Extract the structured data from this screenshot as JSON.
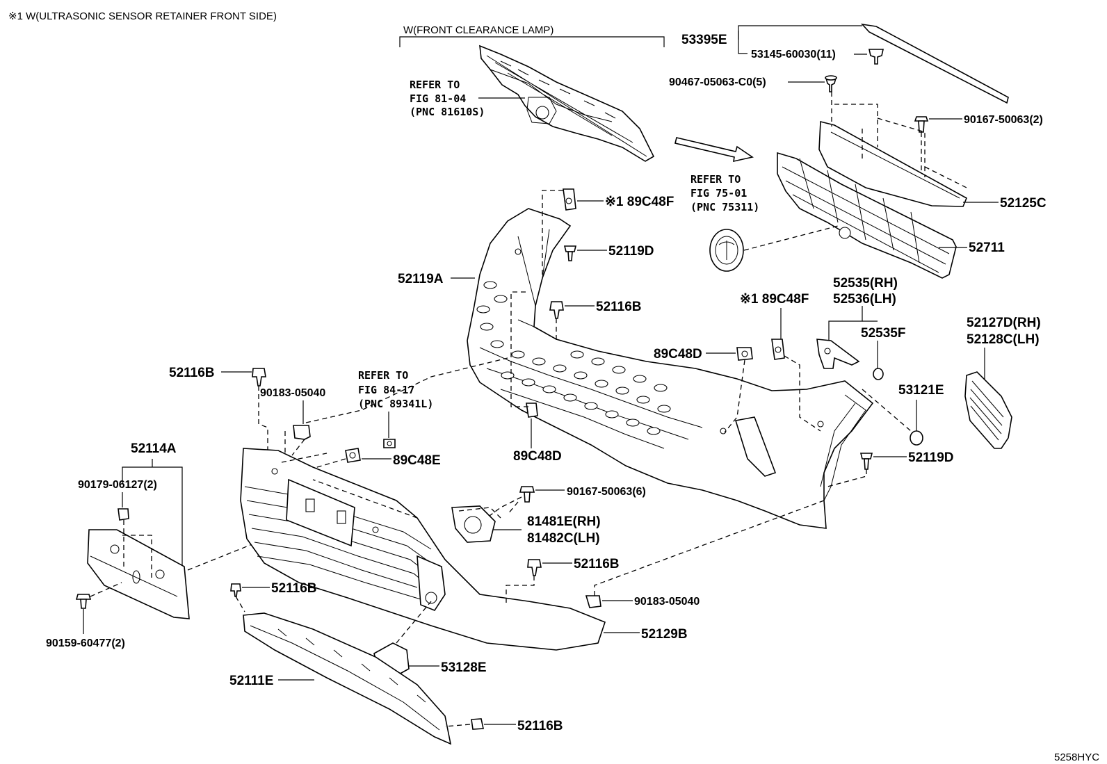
{
  "header": {
    "note": "※1 W(ULTRASONIC SENSOR RETAINER FRONT SIDE)",
    "bracket_title": "W(FRONT CLEARANCE LAMP)",
    "figure_code": "5258HYC"
  },
  "references": {
    "lamp": [
      "REFER TO",
      "FIG 81-04",
      "(PNC 81610S)"
    ],
    "emblem": [
      "REFER TO",
      "FIG 75-01",
      "(PNC 75311)"
    ],
    "sensor": [
      "REFER TO",
      "FIG 84-17",
      "(PNC 89341L)"
    ]
  },
  "parts": {
    "p53395e": "53395E",
    "p53145": "53145-60030(11)",
    "p90467": "90467-05063-C0(5)",
    "p90167_2": "90167-50063(2)",
    "p52125c": "52125C",
    "p52711": "52711",
    "p89c48f_top": "※1 89C48F",
    "p52119d_top": "52119D",
    "p52119a": "52119A",
    "p52116b_mid": "52116B",
    "p89c48f_right": "※1 89C48F",
    "p52535": "52535(RH)",
    "p52536": "52536(LH)",
    "p52535f": "52535F",
    "p52127d": "52127D(RH)",
    "p52128c": "52128C(LH)",
    "p89c48d_right": "89C48D",
    "p53121e": "53121E",
    "p52119d_right": "52119D",
    "p52116b_left": "52116B",
    "p90183_top": "90183-05040",
    "p89c48e": "89C48E",
    "p89c48d_mid": "89C48D",
    "p52114a": "52114A",
    "p90179": "90179-06127(2)",
    "p90167_6": "90167-50063(6)",
    "p81481e": "81481E(RH)",
    "p81482c": "81482C(LH)",
    "p52116b_low": "52116B",
    "p52116b_bl": "52116B",
    "p90183_bottom": "90183-05040",
    "p90159": "90159-60477(2)",
    "p52129b": "52129B",
    "p53128e": "53128E",
    "p52111e": "52111E",
    "p52116b_bottom": "52116B"
  }
}
